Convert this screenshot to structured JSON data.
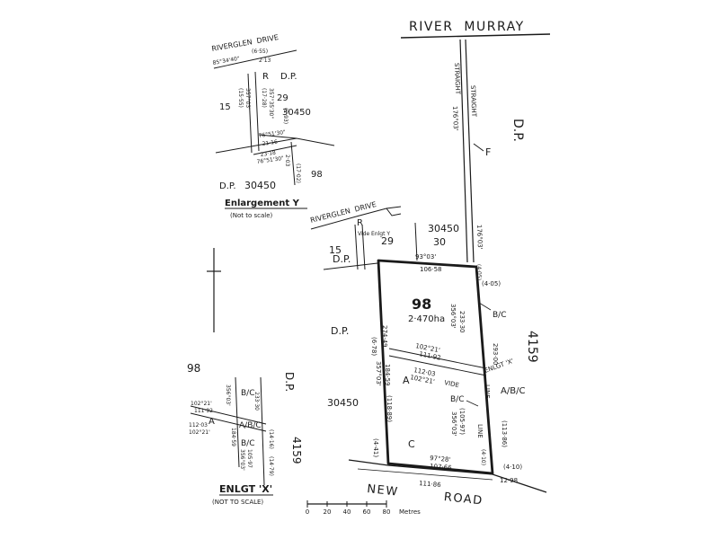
{
  "road_top": "RIVER  MURRAY",
  "straight_label": "STRAIGHT",
  "straight_bearing": "176°03'",
  "label_f": "F",
  "dp_right": "D.P.",
  "plan_4159": "4159",
  "riverglen_drive": "RIVERGLEN  DRIVE",
  "road_r": "R",
  "vide_enlgt_y": "Vide Enlgt Y",
  "lot_15": "15",
  "lot_29": "29",
  "lot_30": "30",
  "dp_30450": "30450",
  "dp_abbrev": "D.P.",
  "top_bearing": "93°03'",
  "top_length": "106·58",
  "len_405": "(4·05)",
  "len_405b": "(4·05)",
  "lot_98": "98",
  "area": "2·470ha",
  "left_length": "274·49",
  "left_bearing": "357°03'",
  "left_length2": "184·59",
  "left_length3": "(118·89)",
  "paren_678": "(6·78)",
  "paren_441": "(4·41)",
  "right_len1": "233·30",
  "right_bearing1": "356°03'",
  "bc1": "B/C",
  "right_len2": "293·00",
  "a_brg1": "102°21'",
  "a_len1": "111·92",
  "a_len2": "112·03",
  "a_brg2": "102°21'",
  "label_a": "A",
  "label_vide": "VIDE",
  "enlgt_x_ref": "ENLGT 'X'",
  "a_bc": "A/B/C",
  "line_lbl": "LINE",
  "bc2": "B/C",
  "right_len3": "(105·97)",
  "right_bearing3": "356°03'",
  "right_len4": "(113·86)",
  "label_c": "C",
  "bottom_bearing": "97°28'",
  "bottom_length": "107·66",
  "bottom_length2": "111·86",
  "len_410": "(4·10)",
  "len_1298": "12·98",
  "new_road": "NEW         ROAD",
  "y_riverglen_drive": "RIVERGLEN  DRIVE",
  "y_bearing_top": "85°34'40\"",
  "y_len_top": "(6·55)",
  "y_len_213": "2·13",
  "y_r": "R",
  "y_dp": "D.P.",
  "y_15": "15",
  "y_29": "29",
  "y_30450": "30450",
  "y_len_a": "(15·55)",
  "y_brg_a": "357°03'",
  "y_len_b": "(17·28)",
  "y_brg_b": "357°35'30\"",
  "y_len_c": "(2·93)",
  "y_brg_mid": "76°51'30\"",
  "y_len_mid": "21·16",
  "y_len_low": "23·18",
  "y_brg_low": "76°51'30\"",
  "y_len_203": "2·03",
  "y_len_1702": "(17·02)",
  "y_98": "98",
  "y_dp2": "D.P.",
  "y_30450b": "30450",
  "y_caption": "Enlargement Y",
  "y_note": "(Not to scale)",
  "x_98": "98",
  "x_dp": "D.P.",
  "x_bc1": "B/C",
  "x_len_233": "233·30",
  "x_brg1": "356°03'",
  "x_brg2": "102°21'",
  "x_len1": "111·92",
  "x_a": "A",
  "x_len2": "112·03",
  "x_brg3": "102°21'",
  "x_abc": "A/B/C",
  "x_len_184": "184·59",
  "x_len_1416": "(14·16)",
  "x_bc2": "B/C",
  "x_len_105": "105·97",
  "x_brg4": "356°03'",
  "x_len_1479": "(14·79)",
  "x_4159": "4159",
  "x_caption": "ENLGT 'X'",
  "x_note": "(NOT TO SCALE)",
  "scale_ticks": [
    "0",
    "20",
    "40",
    "60",
    "80"
  ],
  "scale_unit": "Metres"
}
